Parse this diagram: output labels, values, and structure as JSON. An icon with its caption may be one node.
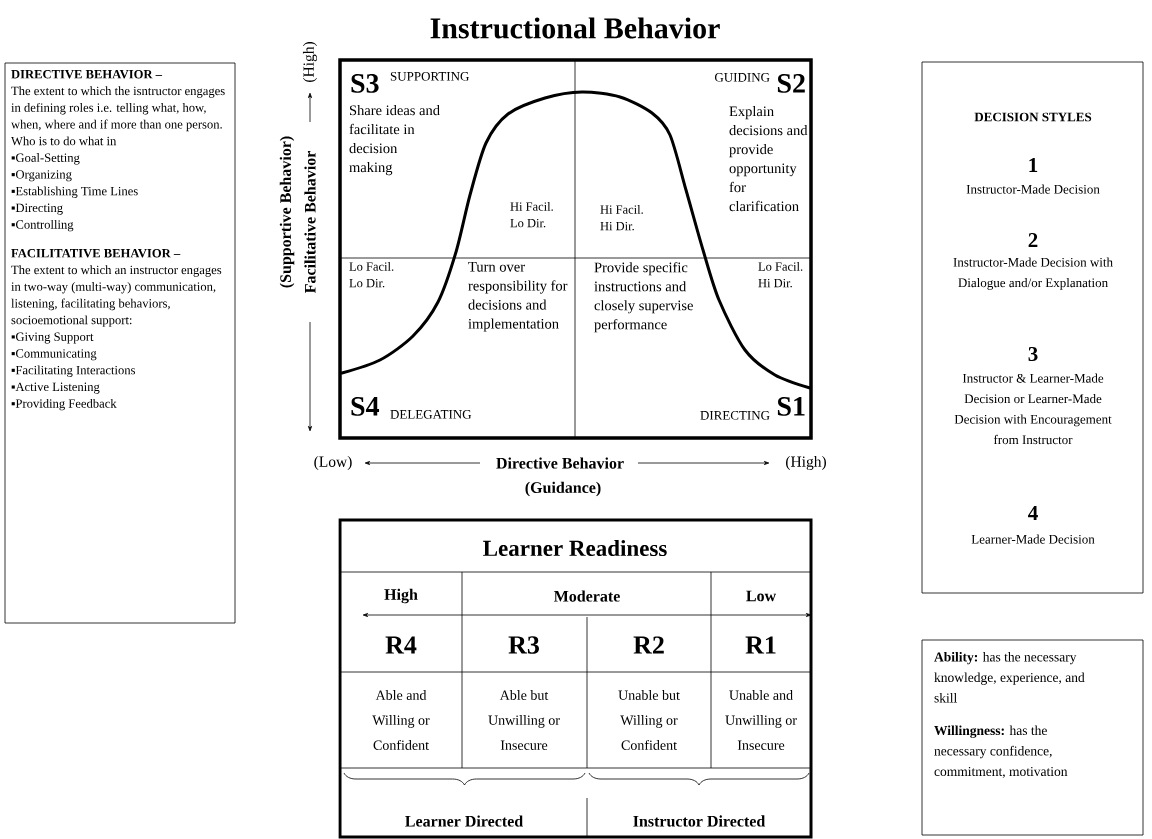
{
  "diagram": {
    "title": "Instructional Behavior",
    "nodes": [
      {
        "text": [
          "DIRECTIVE BEHAVIOR –",
          "The extent to which the isntructor engages in defining roles i.e. telling what, how, when, where and if more than one person. Who is to do what in",
          "▪Goal-Setting",
          "▪Organizing",
          "▪Establishing Time Lines",
          "▪Directing",
          "▪Controlling",
          "FACILITATIVE BEHAVIOR –",
          "The extent to which an instructor engages in two-way (multi-way) communication, listening, facilitating behaviors, socioemotional support:",
          "▪Giving Support",
          "▪Communicating",
          "▪Facilitating Interactions",
          "▪Active Listening",
          "▪Providing Feedback"
        ]
      },
      {
        "text": [],
        "shape": "box"
      },
      {
        "text": [
          "S3",
          "SUPPORTING",
          "Share ideas and facilitate in decision making",
          "Hi Facil. Lo Dir."
        ],
        "in": 1
      },
      {
        "text": [
          "GUIDING",
          "S2",
          "Explain decisions and provide opportunity for clarification",
          "Hi Facil. Hi Dir."
        ],
        "in": 1
      },
      {
        "text": [
          "Lo Facil. Lo Dir.",
          "Turn over responsibility for decisions and implementation",
          "S4",
          "DELEGATING"
        ],
        "in": 1
      },
      {
        "text": [
          "Provide specific instructions and closely supervise performance",
          "Lo Facil. Hi Dir.",
          "DIRECTING",
          "S1"
        ],
        "in": 1
      },
      {
        "text": [
          "Learner Readiness"
        ]
      },
      {
        "text": [
          "DECISION STYLES",
          "1",
          "Instructor-Made Decision",
          "2",
          "Instructor-Made Decision with Dialogue and/or Explanation",
          "3",
          "Instructor & Learner-Made Decision or Learner-Made Decision with Encouragement from Instructor",
          "4",
          "Learner-Made Decision"
        ]
      },
      {
        "text": [
          "**Ability:** has the necessary knowledge, experience, and skill",
          "**Willingness:** has the necessary confidence, commitment, motivation"
        ]
      }
    ],
    "labels": [
      "(High)",
      "(Supportive Behavior)",
      "Facilitative Behavior",
      "(Low)",
      "Directive Behavior",
      "(High)",
      "(Guidance)",
      "High",
      "Moderate",
      "Low",
      "R4",
      "R3",
      "R2",
      "R1",
      "Able and Willing or Confident",
      "Able but Unwilling or Insecure",
      "Unable but Willing or Confident",
      "Unable and Unwilling or Insecure",
      "Learner Directed",
      "Instructor Directed"
    ]
  }
}
